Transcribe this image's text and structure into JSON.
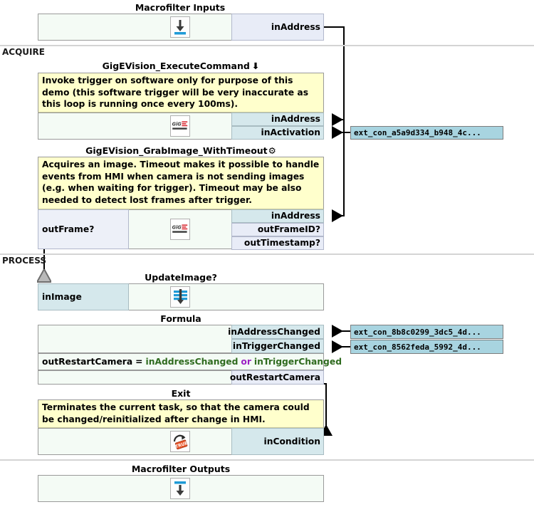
{
  "colors": {
    "input_port": "#d5e8ec",
    "output_port": "#e8ecf7",
    "comment_bg": "#ffffcc",
    "body_bg": "#f4fbf5",
    "extcon_bg": "#a8d4e0",
    "wire": "#000000",
    "divider": "#d4d4d4",
    "expr_var": "#2f6b1f",
    "expr_op": "#9b1fc4"
  },
  "sections": [
    {
      "label": "ACQUIRE"
    },
    {
      "label": "PROCESS"
    }
  ],
  "blocks": {
    "macrofilter_inputs": {
      "title": "Macrofilter Inputs",
      "icon": "macrofilter-input-icon",
      "ports": [
        {
          "name": "inAddress",
          "kind": "output"
        }
      ]
    },
    "execute_command": {
      "title": "GigEVision_ExecuteCommand",
      "title_badge": "down-arrow-icon",
      "comment": "Invoke trigger on software only for purpose of this demo (this software trigger will be very inaccurate as this loop is running once every 100ms).",
      "icon": "gige-vision-icon",
      "ports": [
        {
          "name": "inAddress",
          "kind": "input"
        },
        {
          "name": "inActivation",
          "kind": "input"
        }
      ]
    },
    "grab_image": {
      "title": "GigEVision_GrabImage_WithTimeout",
      "title_badge": "gear-icon",
      "comment": "Acquires an image. Timeout makes it possible to handle events from HMI when camera is not sending images (e.g. when waiting for trigger). Timeout may be also needed to detect lost frames after trigger.",
      "icon": "gige-vision-icon",
      "left_ports": [
        {
          "name": "outFrame?",
          "kind": "output"
        }
      ],
      "ports": [
        {
          "name": "inAddress",
          "kind": "input"
        },
        {
          "name": "outFrameID?",
          "kind": "output"
        },
        {
          "name": "outTimestamp?",
          "kind": "output"
        }
      ]
    },
    "update_image": {
      "title": "UpdateImage?",
      "icon": "update-image-icon",
      "left_ports": [
        {
          "name": "inImage",
          "kind": "input"
        }
      ]
    },
    "formula": {
      "title": "Formula",
      "expression": {
        "lhs": "outRestartCamera",
        "eq": "=",
        "a": "inAddressChanged",
        "op": "or",
        "b": "inTriggerChanged"
      },
      "ports": [
        {
          "name": "inAddressChanged",
          "kind": "input"
        },
        {
          "name": "inTriggerChanged",
          "kind": "input"
        },
        {
          "name": "outRestartCamera",
          "kind": "output"
        }
      ]
    },
    "exit": {
      "title": "Exit",
      "comment": "Terminates the current task, so that the camera could be changed/reinitialized after change in HMI.",
      "icon": "exit-true-icon",
      "ports": [
        {
          "name": "inCondition",
          "kind": "input"
        }
      ]
    },
    "macrofilter_outputs": {
      "title": "Macrofilter Outputs",
      "icon": "macrofilter-output-icon",
      "ports": []
    }
  },
  "external_connections": [
    {
      "id": "ec1",
      "label": "ext_con_a5a9d334_b948_4c..."
    },
    {
      "id": "ec2",
      "label": "ext_con_8b8c0299_3dc5_4d..."
    },
    {
      "id": "ec3",
      "label": "ext_con_8562feda_5992_4d..."
    }
  ]
}
